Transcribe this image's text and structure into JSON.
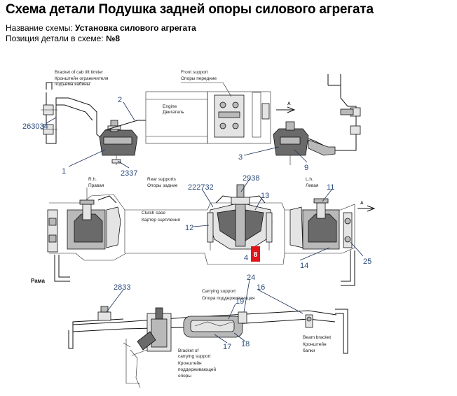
{
  "header": {
    "title": "Схема детали Подушка задней опоры силового агрегата",
    "scheme_name_label": "Название схемы: ",
    "scheme_name_value": "Установка силового агрегата",
    "position_label": "Позиция детали в схеме: ",
    "position_value": "№8"
  },
  "diagram": {
    "labels": {
      "bracket_en": "Bracket of cab lift limiter",
      "bracket_ru1": "Кронштейн ограничителя",
      "bracket_ru2": "подъема кабины",
      "front_en": "Front support",
      "front_ru": "Опоры передние",
      "engine_en": "Engine",
      "engine_ru": "Двигатель",
      "arrow_a": "A",
      "rh_en": "R.h.",
      "rh_ru": "Правая",
      "rear_en": "Rear supports",
      "rear_ru": "Опоры задние",
      "lh_en": "L.h.",
      "lh_ru": "Левая",
      "clutch_en": "Clutch case",
      "clutch_ru": "Картер сцепления",
      "rama": "Рама",
      "carrying_en": "Carrying support",
      "carrying_ru": "Опора поддерживающая",
      "bc_en1": "Bracket of",
      "bc_en2": "carrying support",
      "bc_ru1": "Кронштейн",
      "bc_ru2": "поддерживающей",
      "bc_ru3": "опоры",
      "beam_en": "Beam bracket",
      "beam_ru1": "Кронштейн",
      "beam_ru2": "балки"
    },
    "callouts": {
      "n263034": "263034",
      "n2": "2",
      "n1": "1",
      "n2337": "2337",
      "n3": "3",
      "n9": "9",
      "n2938": "2938",
      "n222732": "222732",
      "n13": "13",
      "n11": "11",
      "n12": "12",
      "n4": "4",
      "n14": "14",
      "n25": "25",
      "n2833": "2833",
      "n24": "24",
      "n16": "16",
      "n19": "19",
      "n17": "17",
      "n18": "18"
    },
    "highlight": "8",
    "highlight_color": "#e0151b",
    "callout_color": "#2a4a7a"
  }
}
